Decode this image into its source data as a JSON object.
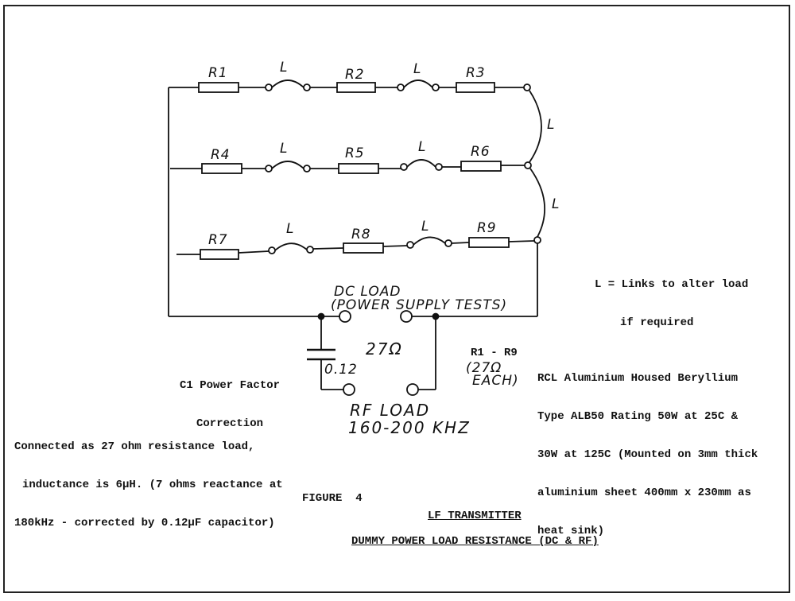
{
  "schematic": {
    "resistors": [
      "R1",
      "R2",
      "R3",
      "R4",
      "R5",
      "R6",
      "R7",
      "R8",
      "R9"
    ],
    "link_label": "L",
    "dc_load_line1": "DC LOAD",
    "dc_load_line2": "(POWER SUPPLY TESTS)",
    "resistance_value": "27Ω",
    "capacitor_value": "0.12",
    "rf_load_line1": "RF LOAD",
    "rf_load_line2": "160-200 KHZ",
    "r_range": "R1 - R9",
    "each_line1": "(27Ω",
    "each_line2": "EACH)"
  },
  "notes": {
    "links_line1": "L = Links to alter load",
    "links_line2": "if required",
    "c1_line1": "C1 Power Factor",
    "c1_line2": "Correction",
    "rcl_line1": "RCL Aluminium Housed Beryllium",
    "rcl_line2": "Type ALB50 Rating 50W at 25C &",
    "rcl_line3": "30W at 125C (Mounted on 3mm thick",
    "rcl_line4": "aluminium sheet 400mm x 230mm as",
    "rcl_line5": "heat sink)",
    "connected_line1": "Connected as 27 ohm resistance load,",
    "connected_line2": "inductance is 6μH. (7 ohms reactance at",
    "connected_line3": "180kHz - corrected by 0.12μF capacitor)"
  },
  "captions": {
    "figure": "FIGURE  4",
    "title": "LF TRANSMITTER",
    "subtitle": "DUMMY POWER LOAD RESISTANCE (DC & RF)"
  }
}
